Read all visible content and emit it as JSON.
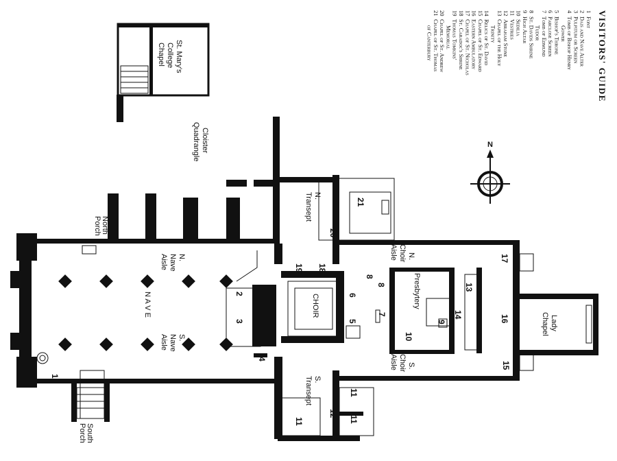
{
  "legend": {
    "title": "VISITORS' GUIDE",
    "items": [
      {
        "n": "1",
        "t": "Font"
      },
      {
        "n": "2",
        "t": "Dais and Nave Alter"
      },
      {
        "n": "3",
        "t": "Pulpitum or Screen"
      },
      {
        "n": "4",
        "t": "Tomb of Bishop Henry",
        "t2": "Gower"
      },
      {
        "n": "5",
        "t": "Bishop's Throne"
      },
      {
        "n": "6",
        "t": "Parclose Screen"
      },
      {
        "n": "7",
        "t": "Tomb of Edmund",
        "t2": "Tudor"
      },
      {
        "n": "8",
        "t": "St. Davids Shrine"
      },
      {
        "n": "9",
        "t": "High Altar"
      },
      {
        "n": "10",
        "t": "Sedilia"
      },
      {
        "n": "11",
        "t": "Vestries"
      },
      {
        "n": "12",
        "t": "Abraham Stone"
      },
      {
        "n": "13",
        "t": "Chapel of the Holy",
        "t2": "Trinity"
      },
      {
        "n": "14",
        "t": "Relics of St. David"
      },
      {
        "n": "15",
        "t": "Chapel of St. Edward"
      },
      {
        "n": "16",
        "t": "Eastern Ambulatory"
      },
      {
        "n": "17",
        "t": "Chapel of St. Nicholas"
      },
      {
        "n": "18",
        "t": "St. Caradoc's Shrine"
      },
      {
        "n": "19",
        "t": "Thomas Tomkins'",
        "t2": "Memorial"
      },
      {
        "n": "20",
        "t": "Chapel of St. Andrew"
      },
      {
        "n": "21",
        "t": "Chapel of St. Thomas",
        "t2": "of Canterbury"
      }
    ]
  },
  "labels": {
    "college1": "St. Mary's",
    "college2": "College",
    "college3": "Chapel",
    "cloister1": "Cloister",
    "cloister2": "Quadrangle",
    "north_porch1": "North",
    "north_porch2": "Porch",
    "south_porch1": "South",
    "south_porch2": "Porch",
    "n_nave1": "N.",
    "n_nave2": "Nave",
    "n_nave3": "Aisle",
    "nave": "N A V E",
    "s_nave1": "S.",
    "s_nave2": "Nave",
    "s_nave3": "Aisle",
    "n_trans1": "N.",
    "n_trans2": "Transept",
    "s_trans1": "S.",
    "s_trans2": "Transept",
    "choir": "CHOIR",
    "n_choir1": "N.",
    "n_choir2": "Choir",
    "n_choir3": "Aisle",
    "presbytery": "Presbytery",
    "s_choir1": "S.",
    "s_choir2": "Choir",
    "s_choir3": "Aisle",
    "lady1": "Lady",
    "lady2": "Chapel",
    "compass": "N"
  },
  "markers": [
    "1",
    "2",
    "3",
    "4",
    "5",
    "6",
    "7",
    "8",
    "8",
    "9",
    "10",
    "11",
    "11",
    "11",
    "12",
    "13",
    "14",
    "15",
    "16",
    "17",
    "18",
    "19",
    "20",
    "21"
  ]
}
